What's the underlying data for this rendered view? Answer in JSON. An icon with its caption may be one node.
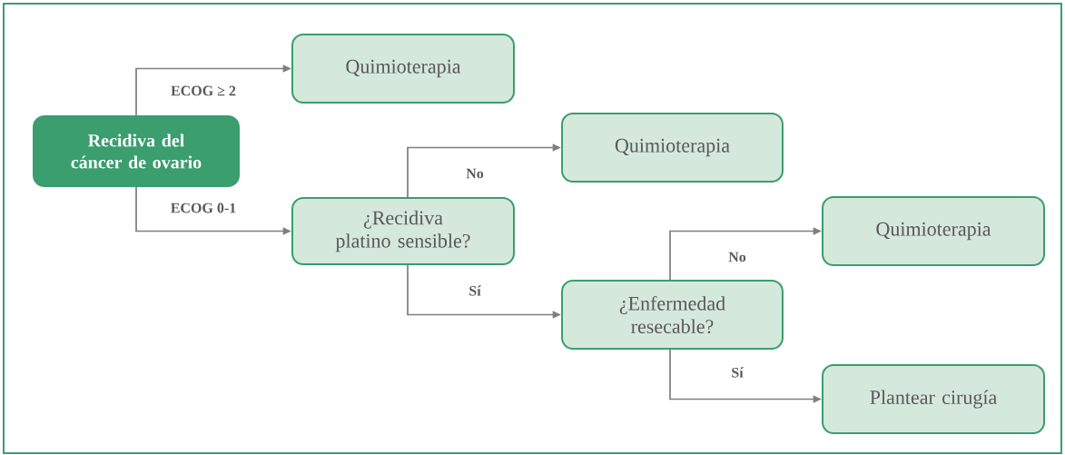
{
  "diagram": {
    "nodes": [
      {
        "text": [
          "Recidiva del cáncer de ovario"
        ]
      },
      {
        "text": [
          "Quimioterapia"
        ]
      },
      {
        "text": [
          "Quimioterapia"
        ]
      },
      {
        "text": [
          "¿Recidiva platino sensible?"
        ]
      },
      {
        "text": [
          "Quimioterapia"
        ]
      },
      {
        "text": [
          "¿Enfermedad resecable?"
        ]
      },
      {
        "text": [
          "Plantear cirugía"
        ]
      }
    ],
    "edges": [
      {
        "from": 0,
        "to": 1,
        "arrow": "to",
        "label": "ECOG ≥ 2"
      },
      {
        "from": 0,
        "to": 3,
        "arrow": "to",
        "label": "ECOG 0-1"
      },
      {
        "from": 3,
        "to": 2,
        "arrow": "to",
        "label": "No"
      },
      {
        "from": 3,
        "to": 5,
        "arrow": "to",
        "label": "Sí"
      },
      {
        "from": 5,
        "to": 4,
        "arrow": "to",
        "label": "No"
      },
      {
        "from": 5,
        "to": 6,
        "arrow": "to",
        "label": "Sí"
      }
    ]
  }
}
